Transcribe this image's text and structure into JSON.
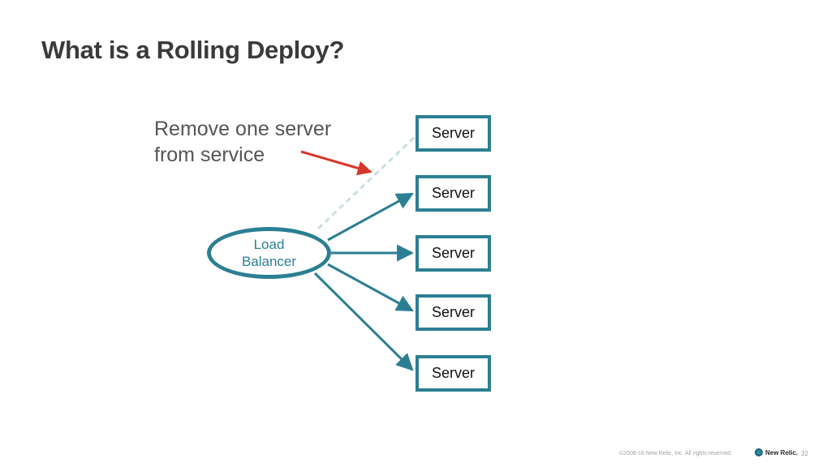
{
  "slide": {
    "title": "What is a Rolling Deploy?",
    "callout": {
      "line1": "Remove one server",
      "line2": "from service"
    }
  },
  "diagram": {
    "load_balancer": {
      "line1": "Load",
      "line2": "Balancer"
    },
    "servers": [
      {
        "label": "Server",
        "in_service": false
      },
      {
        "label": "Server",
        "in_service": true
      },
      {
        "label": "Server",
        "in_service": true
      },
      {
        "label": "Server",
        "in_service": true
      },
      {
        "label": "Server",
        "in_service": true
      }
    ],
    "colors": {
      "accent": "#2c7f93",
      "removed_link": "#c9dfe5",
      "callout_arrow": "#d9362b",
      "title": "#3a3a3a"
    }
  },
  "footer": {
    "copyright": "©2008-16 New Relic, Inc. All rights reserved.",
    "brand": "New Relic.",
    "page_number": "32"
  }
}
